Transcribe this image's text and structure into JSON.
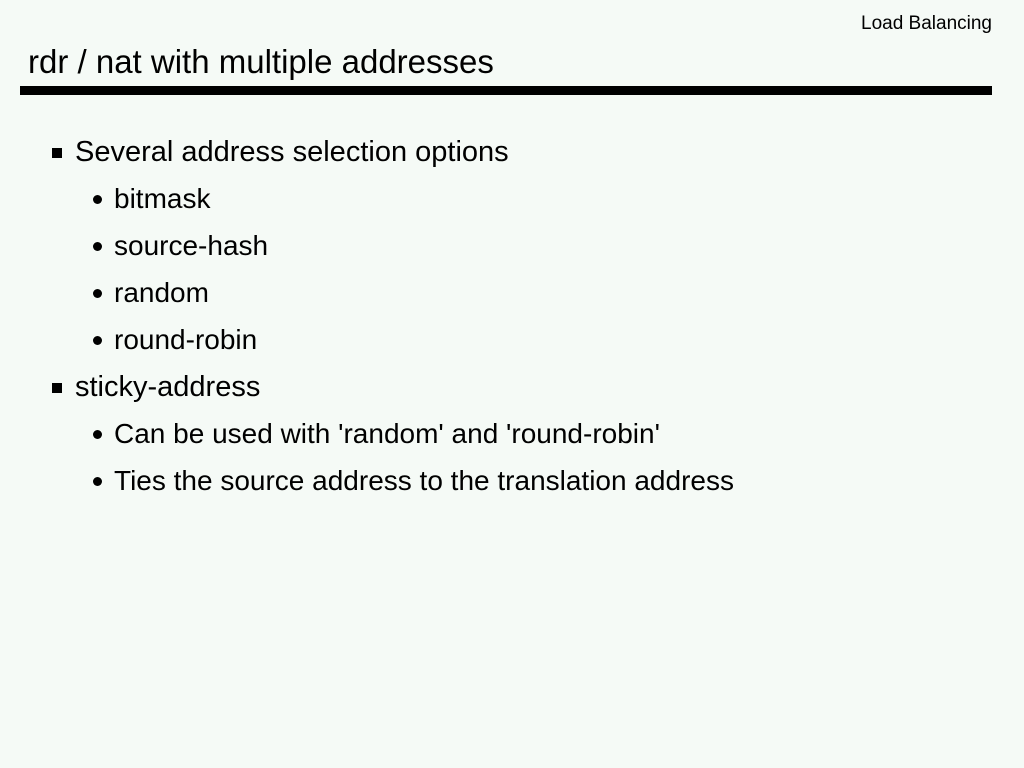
{
  "slide": {
    "header": "Load Balancing",
    "title": "rdr / nat with multiple addresses",
    "background_color": "#f5faf6",
    "text_color": "#000000",
    "rule_color": "#000000",
    "bullets": [
      {
        "level": 1,
        "marker": "square-bullet-icon",
        "text": "Several address selection options"
      },
      {
        "level": 2,
        "marker": "disc-bullet-icon",
        "text": "bitmask"
      },
      {
        "level": 2,
        "marker": "disc-bullet-icon",
        "text": "source-hash"
      },
      {
        "level": 2,
        "marker": "disc-bullet-icon",
        "text": "random"
      },
      {
        "level": 2,
        "marker": "disc-bullet-icon",
        "text": "round-robin"
      },
      {
        "level": 1,
        "marker": "square-bullet-icon",
        "text": "sticky-address"
      },
      {
        "level": 2,
        "marker": "disc-bullet-icon",
        "text": "Can be used with 'random' and 'round-robin'"
      },
      {
        "level": 2,
        "marker": "disc-bullet-icon",
        "text": "Ties the source address to the translation address"
      }
    ]
  }
}
